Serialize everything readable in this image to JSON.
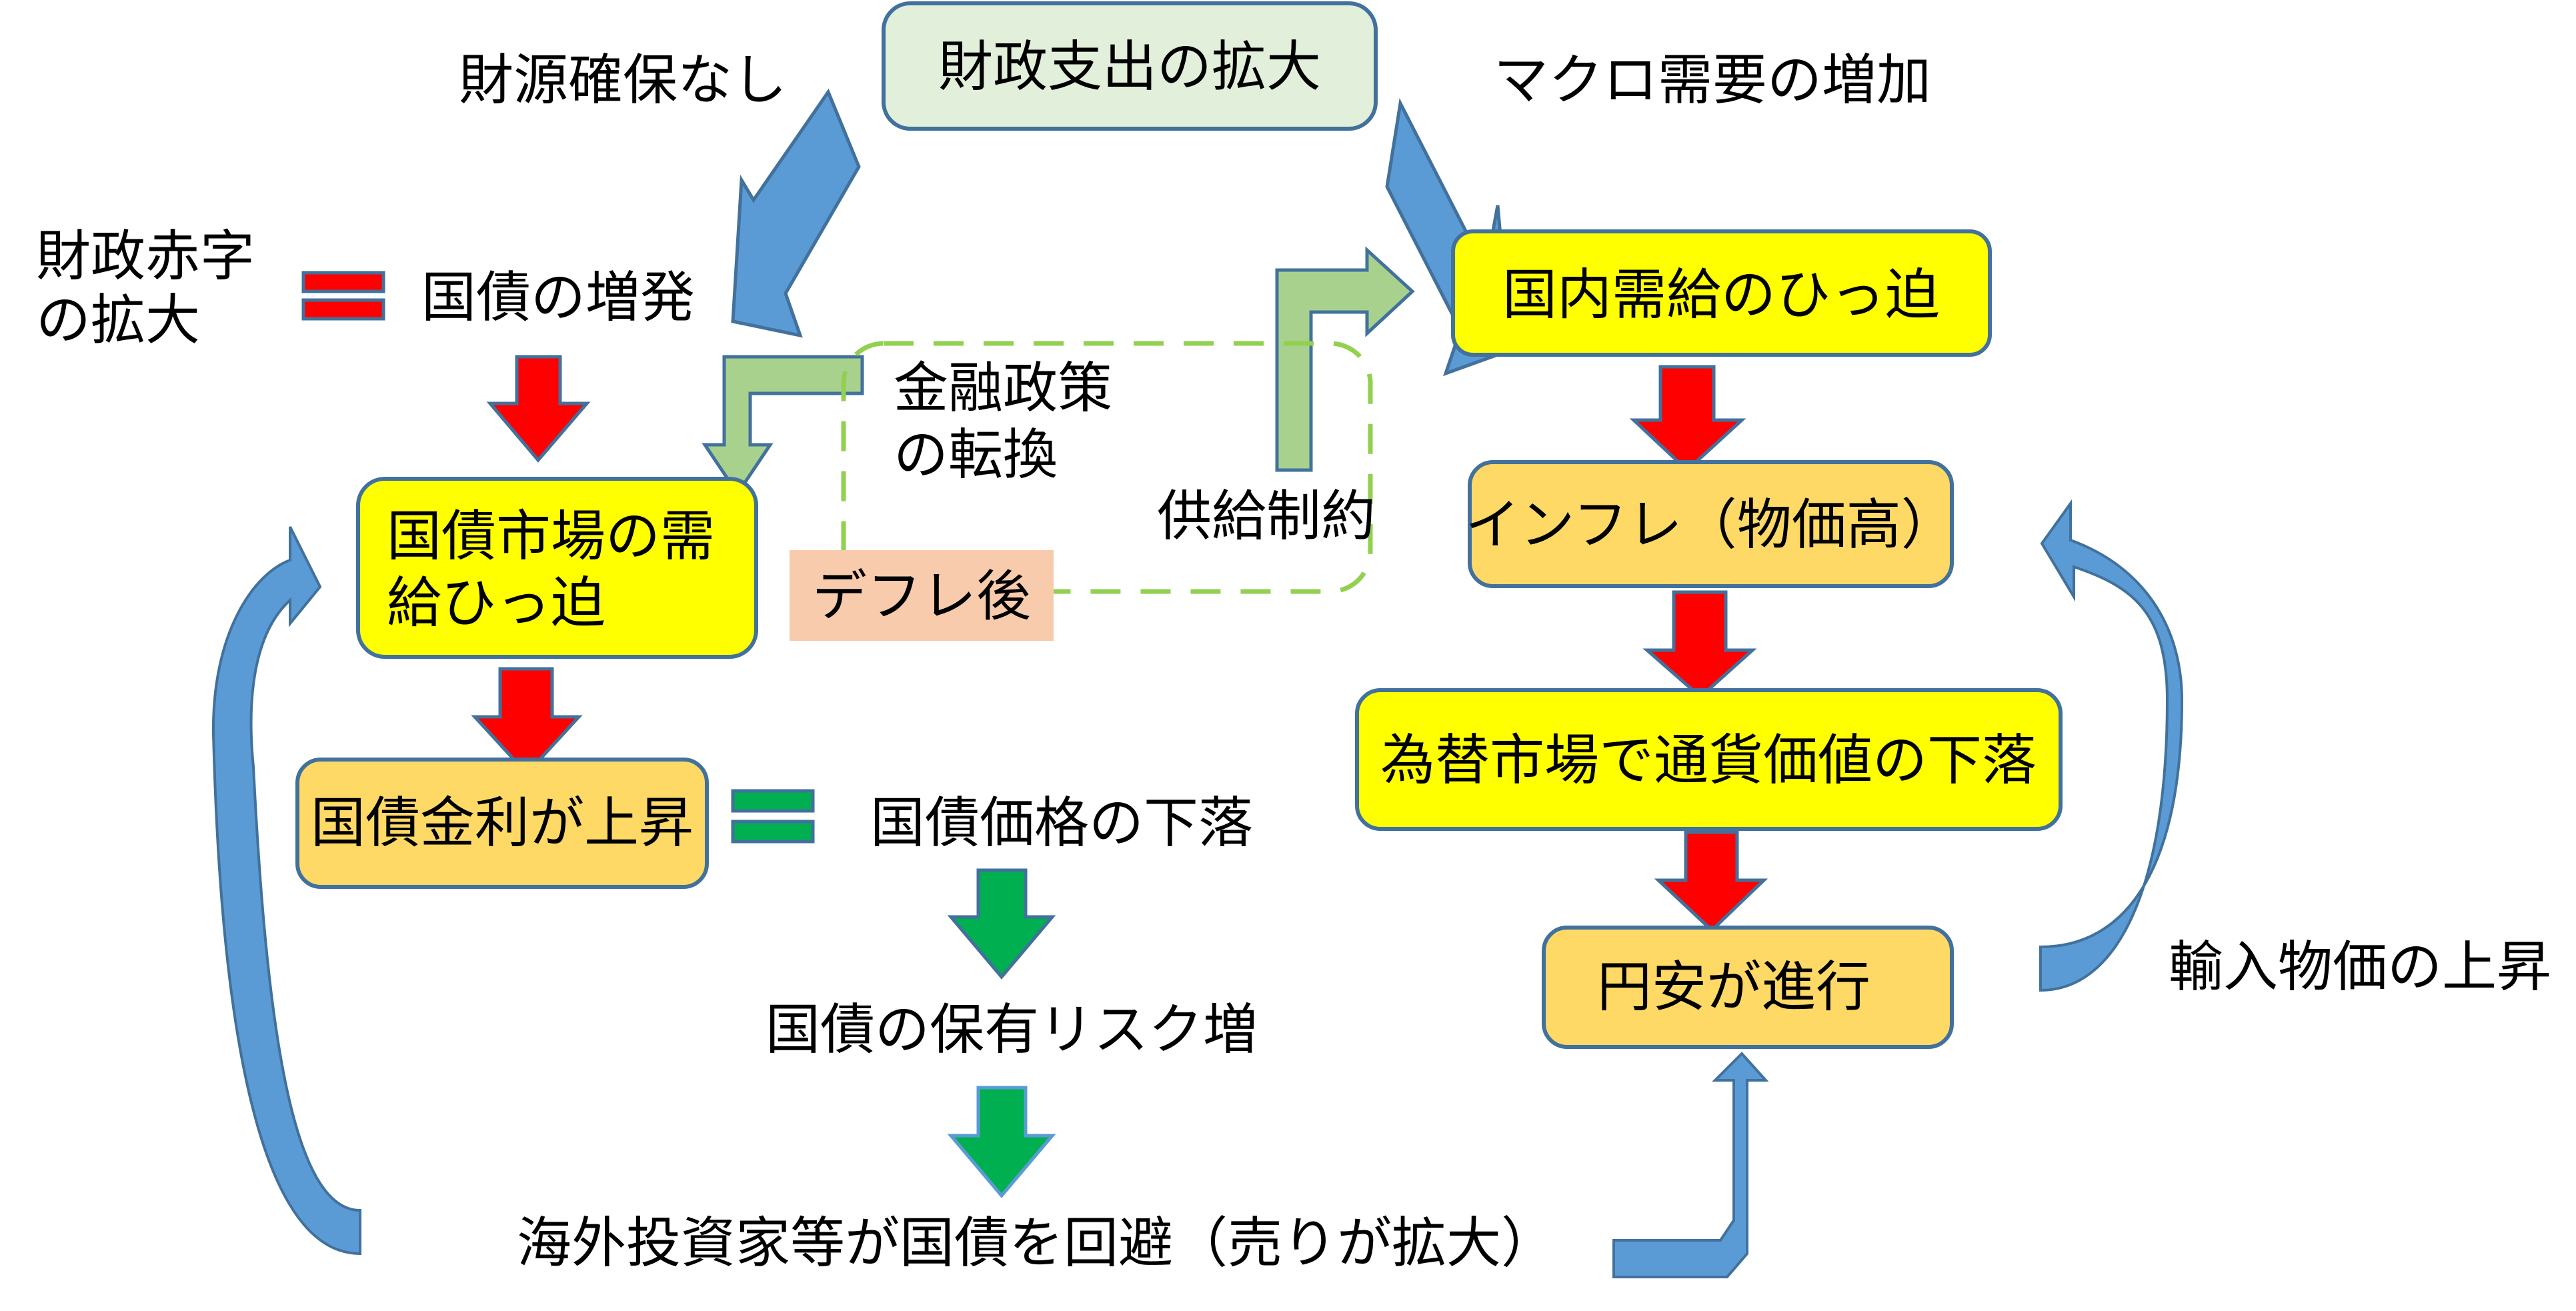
{
  "diagram": {
    "title_box": "財政支出の拡大",
    "labels": {
      "no_funding": "財源確保なし",
      "macro_demand": "マクロ需要の増加",
      "deficit_line1": "財政赤字",
      "deficit_line2": "の拡大",
      "bond_issuance": "国債の増発",
      "monetary_line1": "金融政策",
      "monetary_line2": "の転換",
      "supply_constraint": "供給制約",
      "bond_price_fall": "国債価格の下落",
      "holding_risk": "国債の保有リスク増",
      "foreign_avoid": "海外投資家等が国債を回避（売りが拡大）",
      "import_price": "輸入物価の上昇"
    },
    "boxes": {
      "domestic_tightness": "国内需給のひっ迫",
      "bond_market_line1": "国債市場の需",
      "bond_market_line2": "給ひっ迫",
      "post_deflation": "デフレ後",
      "bond_yield_rise": "国債金利が上昇",
      "inflation": "インフレ（物価高）",
      "currency_fall": "為替市場で通貨価値の下落",
      "yen_weak": "円安が進行"
    },
    "colors": {
      "green_box": "#e2efda",
      "yellow_box": "#ffff00",
      "orange_box": "#ffd966",
      "peach_box": "#f8cbad",
      "border_blue": "#41719c",
      "blue_arrow": "#5b9bd5",
      "red_arrow": "#ff0000",
      "green_arrow": "#00b050",
      "light_green_arrow": "#a9d18e",
      "dash_green": "#92d050"
    }
  }
}
